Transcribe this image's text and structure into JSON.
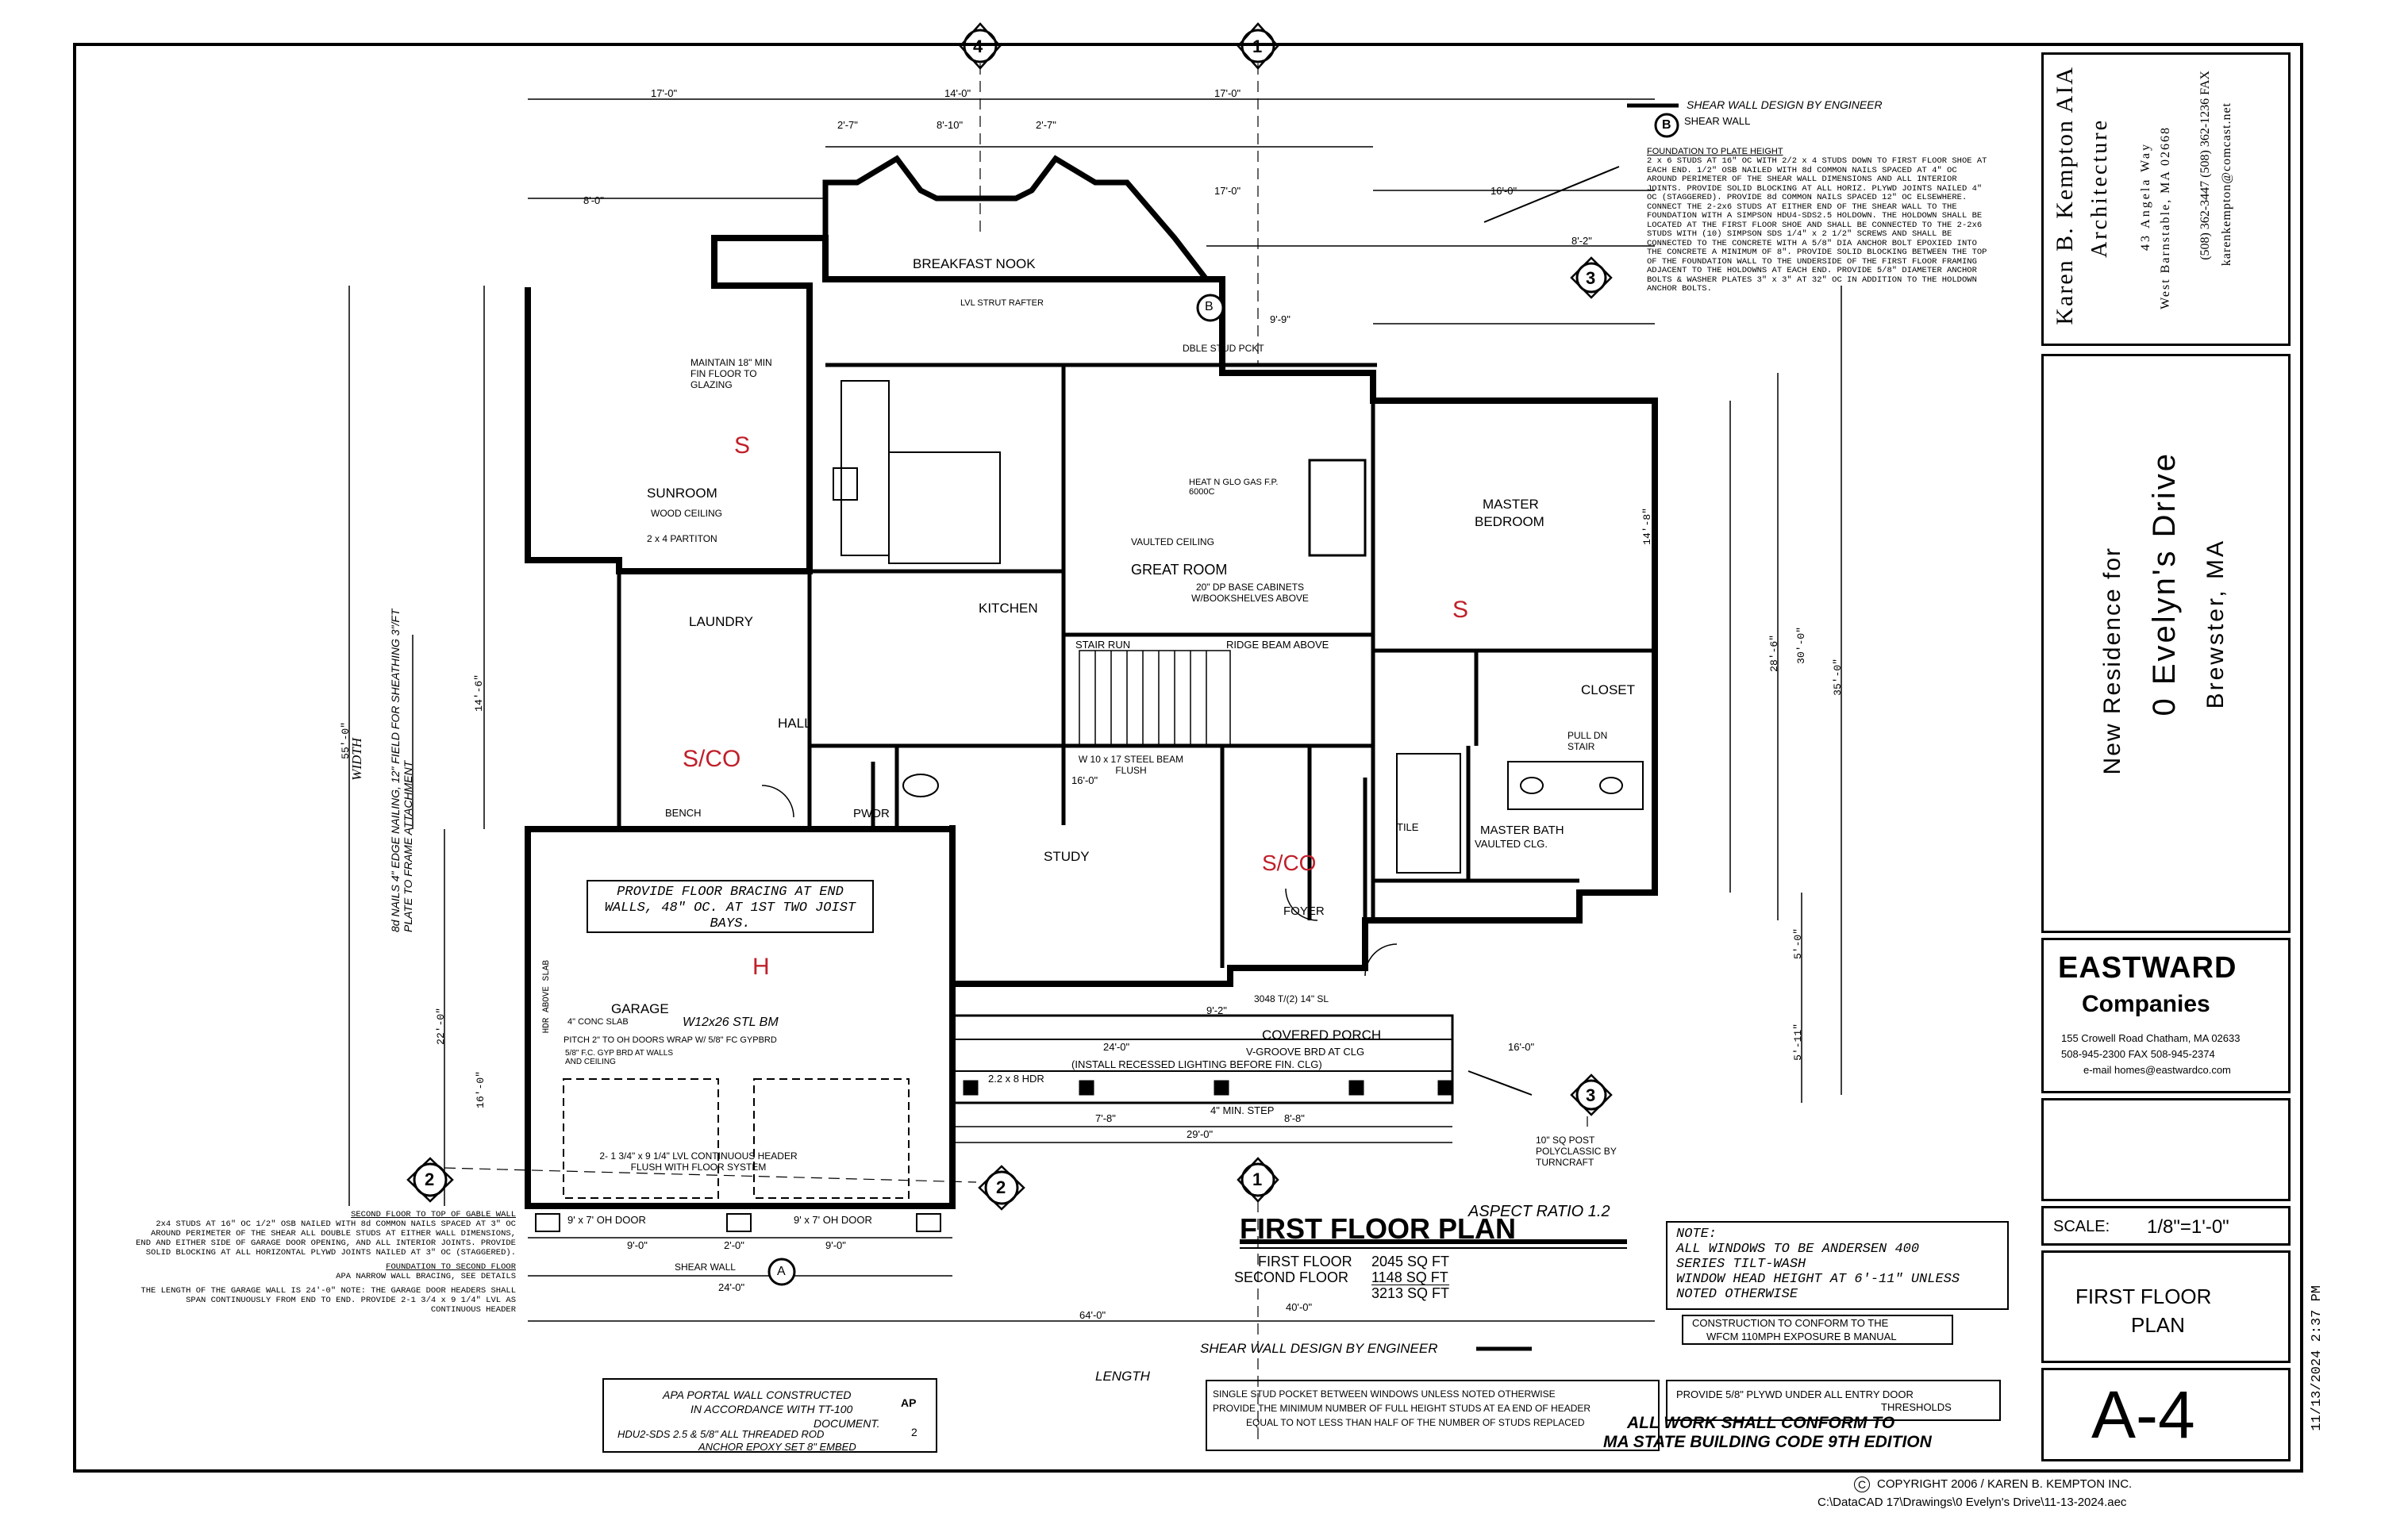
{
  "title_block": {
    "architect_name": "Karen B. Kempton AIA",
    "architect_firm": "Architecture",
    "address_line1": "43 Angela Way",
    "address_line2": "West Barnstable, MA 02668",
    "phone": "(508) 362-3447  (508) 362-1236 FAX",
    "email": "karenkempton@comcast.net",
    "project_line1": "New Residence for",
    "project_line2": "0 Evelyn's Drive",
    "project_line3": "Brewster, MA",
    "builder_name": "EASTWARD",
    "builder_sub": "Companies",
    "builder_address": "155 Crowell Road  Chatham, MA 02633",
    "builder_phone": "508-945-2300     FAX 508-945-2374",
    "builder_email": "e-mail  homes@eastwardco.com",
    "scale_label": "SCALE:",
    "scale_value": "1/8\"=1'-0\"",
    "sheet_title_1": "FIRST FLOOR",
    "sheet_title_2": "PLAN",
    "sheet_number": "A-4",
    "date_stamp": "11/13/2024 2:37 PM"
  },
  "plan_title": {
    "aspect": "ASPECT RATIO 1.2",
    "title": "FIRST FLOOR PLAN",
    "first_floor_label": "FIRST FLOOR",
    "first_floor_area": "2045 SQ FT",
    "second_floor_label": "SECOND FLOOR",
    "second_floor_area": "1148 SQ FT",
    "total_area": "3213 SQ FT"
  },
  "notes": {
    "note_header": "NOTE:",
    "note_1": "ALL WINDOWS TO BE ANDERSEN 400",
    "note_2": "SERIES TILT-WASH",
    "note_3": "WINDOW HEAD HEIGHT AT 6'-11\" UNLESS",
    "note_4": "NOTED OTHERWISE",
    "construction_1": "CONSTRUCTION TO CONFORM TO THE",
    "construction_2": "WFCM 110MPH EXPOSURE B MANUAL",
    "code_1": "ALL WORK SHALL CONFORM TO",
    "code_2": "MA STATE BUILDING CODE 9TH EDITION",
    "plywd_1": "PROVIDE 5/8\" PLYWD UNDER ALL ENTRY DOOR",
    "plywd_2": "THRESHOLDS",
    "stud_1": "SINGLE STUD POCKET BETWEEN WINDOWS UNLESS NOTED OTHERWISE",
    "stud_2": "PROVIDE THE MINIMUM NUMBER OF FULL HEIGHT STUDS AT EA END OF HEADER",
    "stud_3": "EQUAL TO NOT LESS THAN HALF OF THE NUMBER OF STUDS REPLACED",
    "apa_1": "APA PORTAL WALL CONSTRUCTED",
    "apa_2": "IN ACCORDANCE WITH TT-100",
    "apa_3": "DOCUMENT.",
    "apa_symbol": "AP",
    "hdu_1": "HDU2-SDS 2.5 & 5/8\" ALL THREADED ROD",
    "hdu_2": "ANCHOR EPOXY SET 8\" EMBED",
    "hdu_symbol": "2",
    "shear_wall_design": "SHEAR WALL DESIGN BY ENGINEER",
    "shear_wall_legend": "SHEAR WALL",
    "shear_wall_b": "B",
    "foundation_title": "FOUNDATION TO PLATE HEIGHT",
    "foundation_body": "2 x 6 STUDS AT 16\" OC WITH 2/2 x 4 STUDS DOWN TO FIRST FLOOR SHOE AT EACH END. 1/2\" OSB NAILED WITH 8d COMMON NAILS SPACED AT 4\" OC AROUND PERIMETER OF THE SHEAR WALL DIMENSIONS AND ALL INTERIOR JOINTS. PROVIDE SOLID BLOCKING AT ALL HORIZ. PLYWD JOINTS NAILED 4\" OC (STAGGERED). PROVIDE 8d COMMON NAILS SPACED 12\" OC ELSEWHERE. CONNECT THE 2-2x6 STUDS AT EITHER END OF THE SHEAR WALL TO THE FOUNDATION WITH A SIMPSON HDU4-SDS2.5 HOLDOWN. THE HOLDOWN SHALL BE LOCATED AT THE FIRST FLOOR SHOE AND SHALL BE CONNECTED TO THE 2-2x6 STUDS WITH (10) SIMPSON SDS 1/4\" x 2 1/2\" SCREWS AND SHALL BE CONNECTED TO THE CONCRETE WITH A 5/8\" DIA ANCHOR BOLT EPOXIED INTO THE CONCRETE A MINIMUM OF 8\". PROVIDE SOLID BLOCKING BETWEEN THE TOP OF THE FOUNDATION WALL TO THE UNDERSIDE OF THE FIRST FLOOR FRAMING ADJACENT TO THE HOLDOWNS AT EACH END. PROVIDE 5/8\" DIAMETER ANCHOR BOLTS & WASHER PLATES 3\" x 3\" AT 32\" OC IN ADDITION TO THE HOLDOWN ANCHOR BOLTS.",
    "second_floor_title": "SECOND FLOOR TO TOP OF GABLE WALL",
    "second_floor_body": "2x4 STUDS AT 16\" OC 1/2\" OSB NAILED WITH 8d COMMON NAILS SPACED AT 3\" OC AROUND PERIMETER OF THE SHEAR ALL DOUBLE STUDS AT EITHER WALL DIMENSIONS, END AND EITHER SIDE OF GARAGE DOOR OPENING, AND ALL INTERIOR JOINTS. PROVIDE SOLID BLOCKING AT ALL HORIZONTAL PLYWD JOINTS NAILED AT 3\" OC (STAGGERED).",
    "foundation_second": "FOUNDATION TO SECOND FLOOR",
    "apa_narrow": "APA NARROW WALL BRACING, SEE DETAILS",
    "garage_length_body": "THE LENGTH OF THE GARAGE WALL IS 24'-0\" NOTE: THE GARAGE DOOR HEADERS SHALL SPAN CONTINUOUSLY FROM END TO END. PROVIDE 2-1 3/4 x 9 1/4\" LVL AS CONTINUOUS HEADER",
    "edge_nailing": "8d NAILS 4\" EDGE NAILING, 12\" FIELD FOR SHEATHING 3\"/FT PLATE TO FRAME ATTACHMENT",
    "floor_bracing": "PROVIDE FLOOR BRACING AT END WALLS, 48\" OC. AT 1ST TWO JOIST BAYS.",
    "length_label": "LENGTH",
    "width_label": "WIDTH",
    "copyright": "COPYRIGHT  2006 / KAREN B. KEMPTON INC.",
    "copyright_symbol": "C",
    "file_path": "C:\\DataCAD 17\\Drawings\\0 Evelyn's Drive\\11-13-2024.aec"
  },
  "rooms": {
    "sunroom": "SUNROOM",
    "sunroom_ceiling": "WOOD CEILING",
    "sunroom_partition": "2 x 4 PARTITON",
    "breakfast_nook": "BREAKFAST NOOK",
    "kitchen": "KITCHEN",
    "great_room": "GREAT ROOM",
    "great_room_ceiling": "VAULTED CEILING",
    "great_room_cab": "20\" DP BASE CABINETS W/BOOKSHELVES ABOVE",
    "heat_n_glo": "HEAT N GLO GAS F.P. 6000C",
    "master_bedroom_1": "MASTER",
    "master_bedroom_2": "BEDROOM",
    "laundry": "LAUNDRY",
    "hall": "HALL",
    "closet": "CLOSET",
    "pull_dn_stair": "PULL DN STAIR",
    "master_bath": "MASTER BATH",
    "master_bath_clg": "VAULTED CLG.",
    "study": "STUDY",
    "foyer": "FOYER",
    "pwdr": "PWDR",
    "bench": "BENCH",
    "tile": "TILE",
    "covered_porch": "COVERED PORCH",
    "porch_ceiling": "V-GROOVE BRD AT CLG",
    "porch_lighting": "(INSTALL RECESSED LIGHTING BEFORE FIN. CLG)",
    "garage": "GARAGE",
    "garage_slab": "4\" CONC SLAB",
    "garage_beam": "W12x26 STL BM",
    "garage_pitch": "PITCH 2\" TO OH DOORS  WRAP W/ 5/8\" FC GYPBRD",
    "garage_gyp": "5/8\" F.C. GYP BRD AT WALLS AND CEILING",
    "garage_header": "2- 1 3/4\" x 9 1/4\" LVL CONTINUOUS HEADER FLUSH WITH FLOOR SYSTEM",
    "hdr_above_slab": "HDR ABOVE SLAB",
    "oh_door_left": "9' x 7' OH DOOR",
    "oh_door_right": "9' x 7' OH DOOR",
    "steel_beam": "W 10 x 17 STEEL BEAM FLUSH",
    "stair_run": "STAIR RUN",
    "ridge_beam": "RIDGE BEAM ABOVE",
    "lvl_strut": "LVL STRUT RAFTER",
    "dble_stud": "DBLE STUD PCKT",
    "min_step": "4\" MIN. STEP",
    "hdr_2x8": "2.2 x 8 HDR",
    "shear_wall_bottom": "SHEAR WALL",
    "maintain": "MAINTAIN 18\" MIN FIN FLOOR TO GLAZING",
    "mark_s1": "S",
    "mark_s2": "S",
    "mark_sco1": "S/CO",
    "mark_sco2": "S/CO",
    "mark_h": "H",
    "polyclassic": "10\" SQ POST POLYCLASSIC BY TURNCRAFT",
    "win_porch": "3048 T/(2) 14\" SL"
  },
  "grid_bubbles": {
    "top_4": "4",
    "top_1": "1",
    "right_3a": "3",
    "right_3b": "3",
    "bottom_1": "1",
    "left_2": "2",
    "mid_2": "2",
    "ref_b": "B",
    "ref_a": "A"
  },
  "dimensions": {
    "top_17a": "17'-0\"",
    "top_14": "14'-0\"",
    "top_17b": "17'-0\"",
    "top_27": "2'-7\"",
    "top_810": "8'-10\"",
    "top_27b": "2'-7\"",
    "top_17c": "17'-0\"",
    "top_8": "8'-0\"",
    "top_16": "16'-0\"",
    "top_82": "8'-2\"",
    "top_99": "9'-9\"",
    "total_64": "64'-0\"",
    "bottom_24": "24'-0\"",
    "bottom_40": "40'-0\"",
    "bottom_29": "29'-0\"",
    "bottom_9a": "9'-0\"",
    "bottom_20": "2'-0\"",
    "bottom_9b": "9'-0\"",
    "left_55": "55'-0\"",
    "left_22": "22'-0\"",
    "left_16": "16'-0\"",
    "left_14": "14'-6\"",
    "right_35": "35'-0\"",
    "right_30": "30'-0\"",
    "right_286": "28'-6\"",
    "right_1411": "14'-8\"",
    "right_511": "5'-11\"",
    "right_5": "5'-0\"",
    "study_16": "16'-0\"",
    "porch_24": "24'-0\"",
    "porch_16": "16'-0\"",
    "porch_92": "9'-2\"",
    "porch_78": "7'-8\"",
    "porch_88": "8'-8\""
  }
}
